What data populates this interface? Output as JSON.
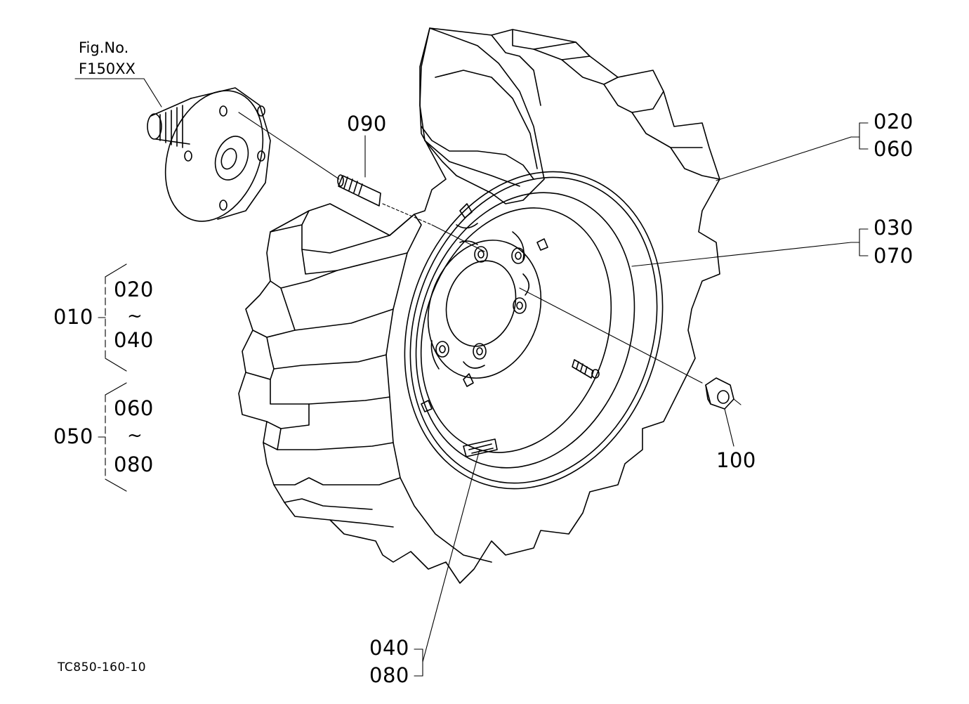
{
  "figure": {
    "ref_line1": "Fig.No.",
    "ref_line2": "F150XX",
    "drawing_code": "TC850-160-10"
  },
  "labels": {
    "stud": "090",
    "nut": "100",
    "tire_a": "020",
    "tire_b": "060",
    "rim_a": "030",
    "rim_b": "070",
    "valve_a": "040",
    "valve_b": "080"
  },
  "assemblies": [
    {
      "code": "010",
      "from": "020",
      "sep": "~",
      "to": "040"
    },
    {
      "code": "050",
      "from": "060",
      "sep": "~",
      "to": "080"
    }
  ],
  "colors": {
    "ink": "#000000",
    "paper": "#ffffff"
  }
}
